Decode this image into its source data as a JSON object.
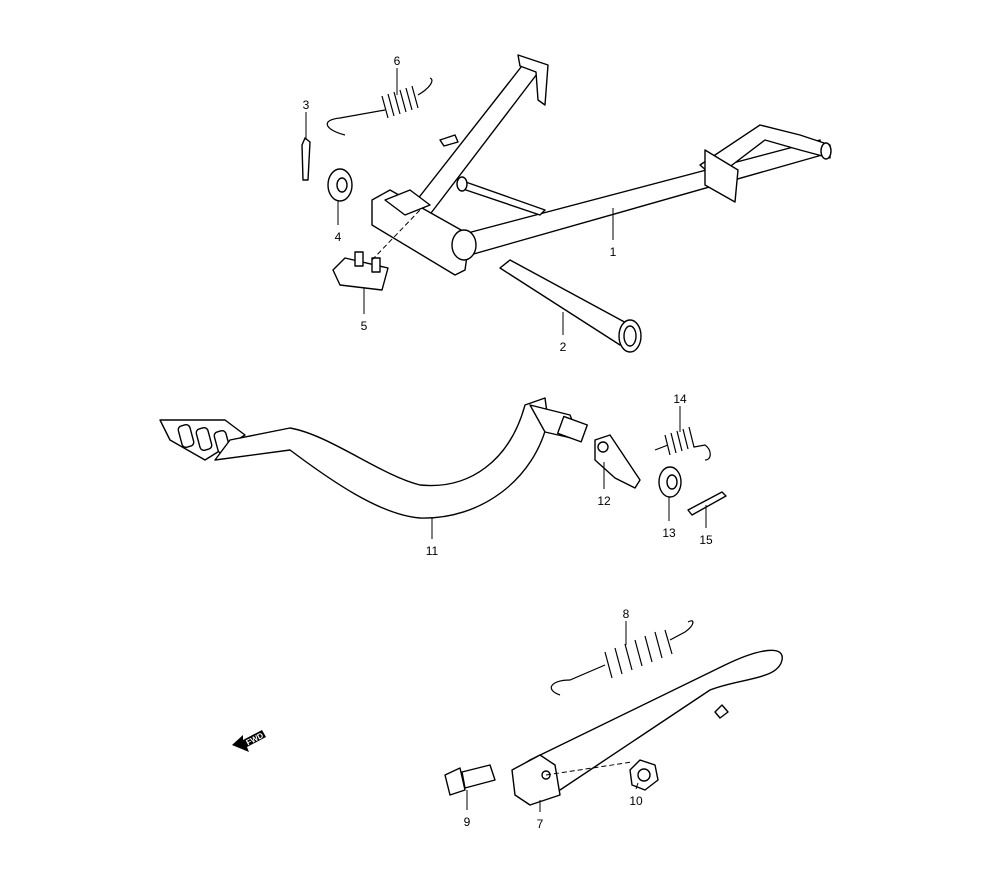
{
  "diagram": {
    "fwd_label": "FWD",
    "callouts": [
      "1",
      "2",
      "3",
      "4",
      "5",
      "6",
      "7",
      "8",
      "9",
      "10",
      "11",
      "12",
      "13",
      "14",
      "15"
    ]
  }
}
